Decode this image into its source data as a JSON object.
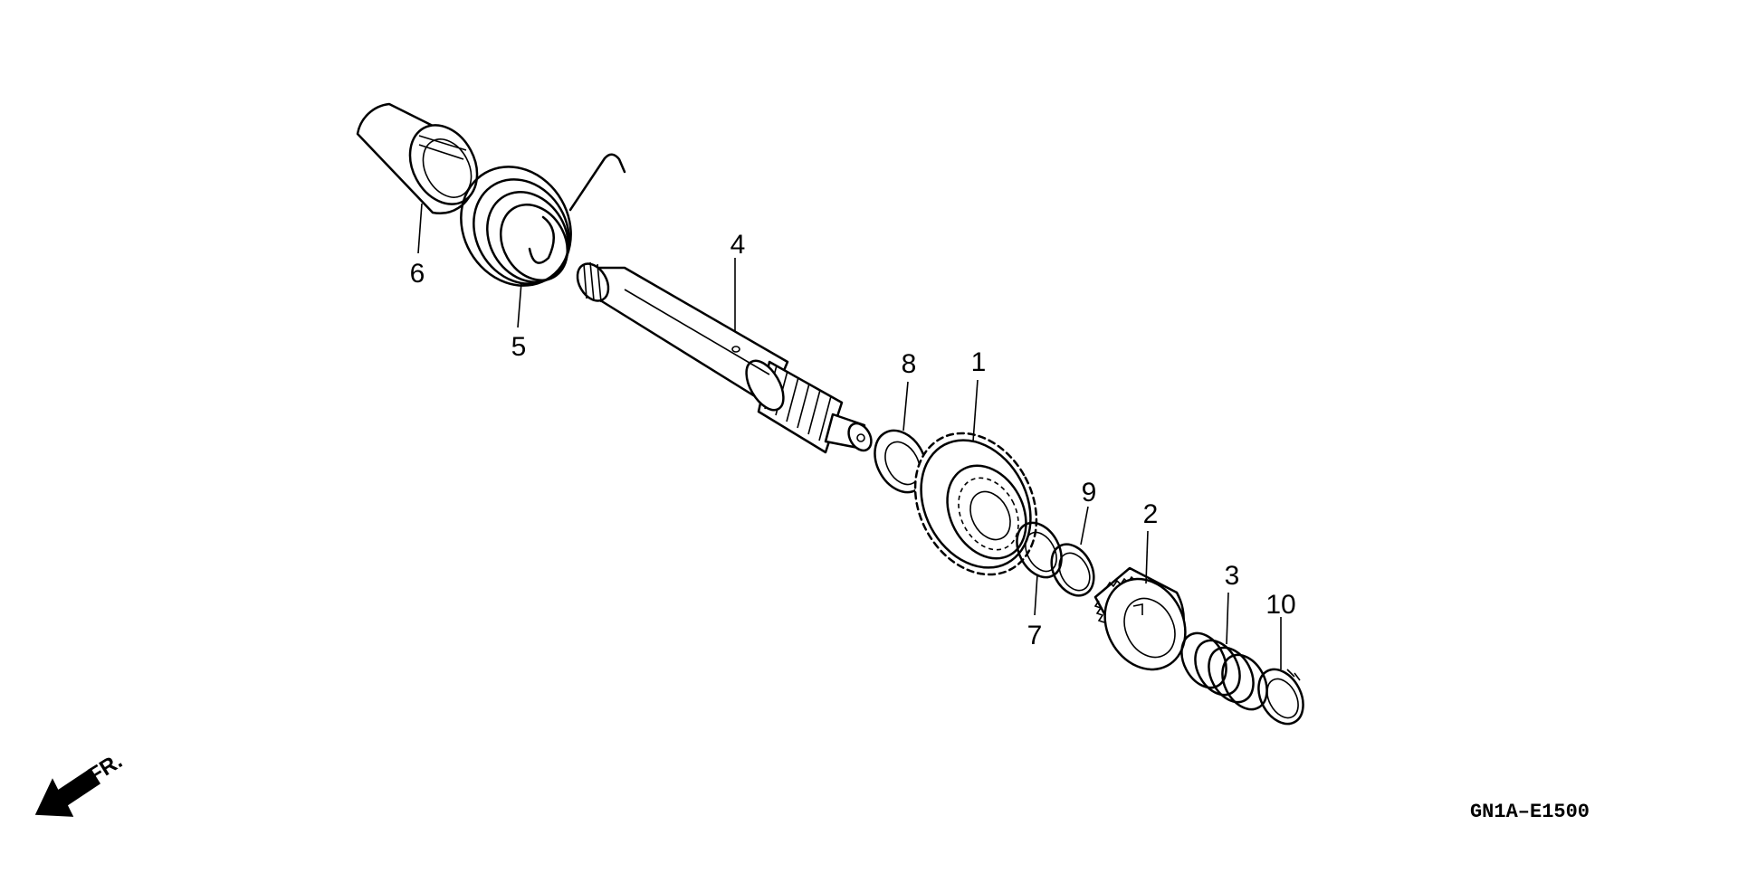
{
  "diagram": {
    "parts": [
      {
        "id": "1",
        "label": "1"
      },
      {
        "id": "2",
        "label": "2"
      },
      {
        "id": "3",
        "label": "3"
      },
      {
        "id": "4",
        "label": "4"
      },
      {
        "id": "5",
        "label": "5"
      },
      {
        "id": "6",
        "label": "6"
      },
      {
        "id": "7",
        "label": "7"
      },
      {
        "id": "8",
        "label": "8"
      },
      {
        "id": "9",
        "label": "9"
      },
      {
        "id": "10",
        "label": "10"
      }
    ],
    "direction_label": "FR.",
    "code": "GN1A–E1500"
  }
}
